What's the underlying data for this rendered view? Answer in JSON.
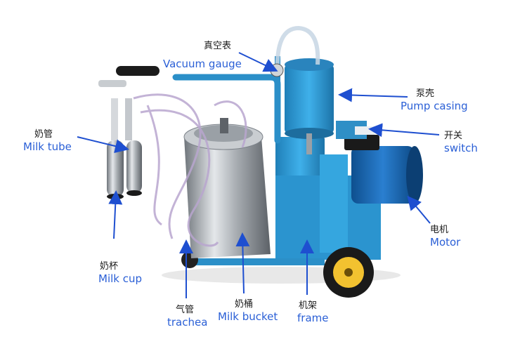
{
  "labels": {
    "vacuum_gauge": {
      "zh": "真空表",
      "en": "Vacuum gauge"
    },
    "pump_casing": {
      "zh": "泵壳",
      "en": "Pump casing"
    },
    "switch": {
      "zh": "开关",
      "en": "switch"
    },
    "motor": {
      "zh": "电机",
      "en": "Motor"
    },
    "milk_tube": {
      "zh": "奶管",
      "en": "Milk tube"
    },
    "milk_cup": {
      "zh": "奶杯",
      "en": "Milk cup"
    },
    "trachea": {
      "zh": "气管",
      "en": "trachea"
    },
    "milk_bucket": {
      "zh": "奶桶",
      "en": "Milk bucket"
    },
    "frame": {
      "zh": "机架",
      "en": "frame"
    }
  },
  "colors": {
    "label_en": "#2a5fd6",
    "label_zh": "#1a1a1a",
    "arrow": "#1e4fd0",
    "frame_blue": "#2e9bd6",
    "steel": "#b9bec4",
    "wheel_yellow": "#f2c230"
  }
}
